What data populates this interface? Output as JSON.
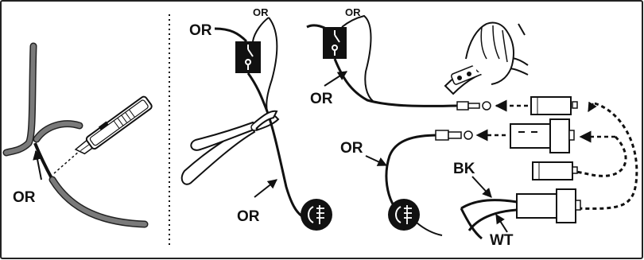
{
  "labels": {
    "cut_wire": "OR",
    "switch_a_in": "OR",
    "switch_a_out": "OR",
    "switch_a_lamp": "OR",
    "switch_b_in": "OR",
    "switch_b_out": "OR",
    "lamp_b_wire": "OR",
    "black_wire": "BK",
    "white_wire": "WT"
  },
  "colors": {
    "ink": "#111111",
    "sheath": "#7a7a7a",
    "paper": "#ffffff",
    "border": "#222222"
  },
  "icons": [
    "utility-knife-icon",
    "wire-cutter-icon",
    "crimping-tool-icon",
    "switch-icon",
    "fog-lamp-icon",
    "bullet-connector-icon",
    "coupler-icon"
  ]
}
